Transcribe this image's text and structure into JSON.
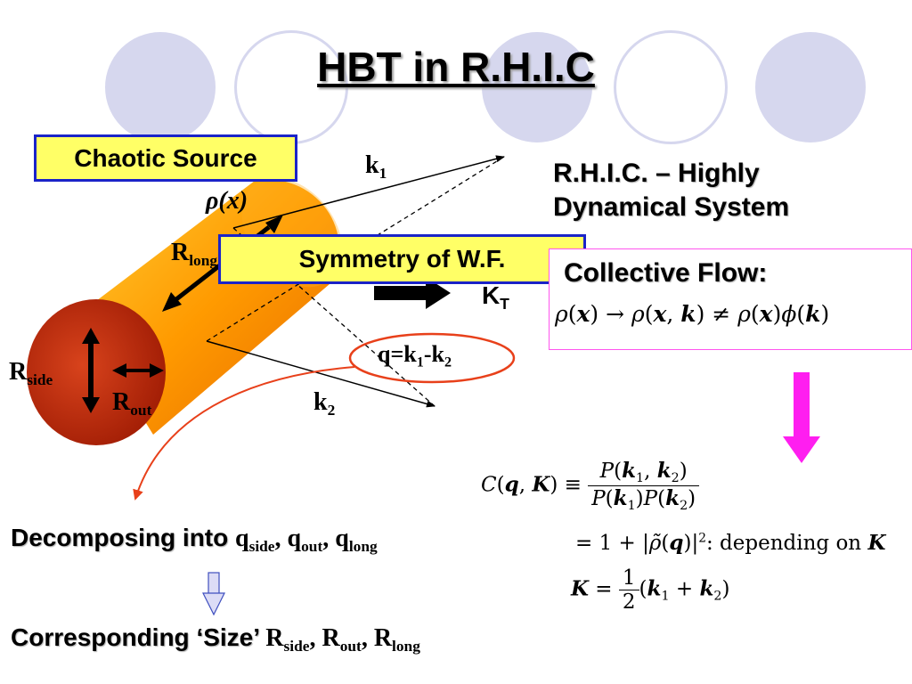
{
  "title": "HBT in R.H.I.C",
  "chaotic_source": "Chaotic Source",
  "symmetry": "Symmetry of W.F.",
  "rho_x": "ρ(x)",
  "r_long": "R",
  "r_long_sub": "long",
  "r_side": "R",
  "r_side_sub": "side",
  "r_out": "R",
  "r_out_sub": "out",
  "k1": "k",
  "k1_sub": "1",
  "k2": "k",
  "k2_sub": "2",
  "kt": "K",
  "kt_sub": "T",
  "q_eq": {
    "q": "q=k",
    "s1": "1",
    "mid": "-k",
    "s2": "2"
  },
  "rhic_line1": "R.H.I.C. – Highly",
  "rhic_line2": "Dynamical System",
  "collective_flow": "Collective Flow:",
  "decomposing": {
    "text": "Decomposing into ",
    "q1": "q",
    "s1": "side",
    "c1": ", ",
    "q2": "q",
    "s2": "out",
    "c2": ", ",
    "q3": "q",
    "s3": "long"
  },
  "corresponding": {
    "text": "Corresponding ‘Size’ ",
    "r1": "R",
    "s1": "side",
    "c1": ", ",
    "r2": "R",
    "s2": "out",
    "c2": ", ",
    "r3": "R",
    "s3": "long"
  },
  "formula_dep": "depending on",
  "colors": {
    "accent_circle": "#d6d7ee",
    "box_fill": "#ffff66",
    "box_border": "#1a23c8",
    "magenta": "#ff1ef0",
    "red_ellipse": "#e8401a"
  }
}
